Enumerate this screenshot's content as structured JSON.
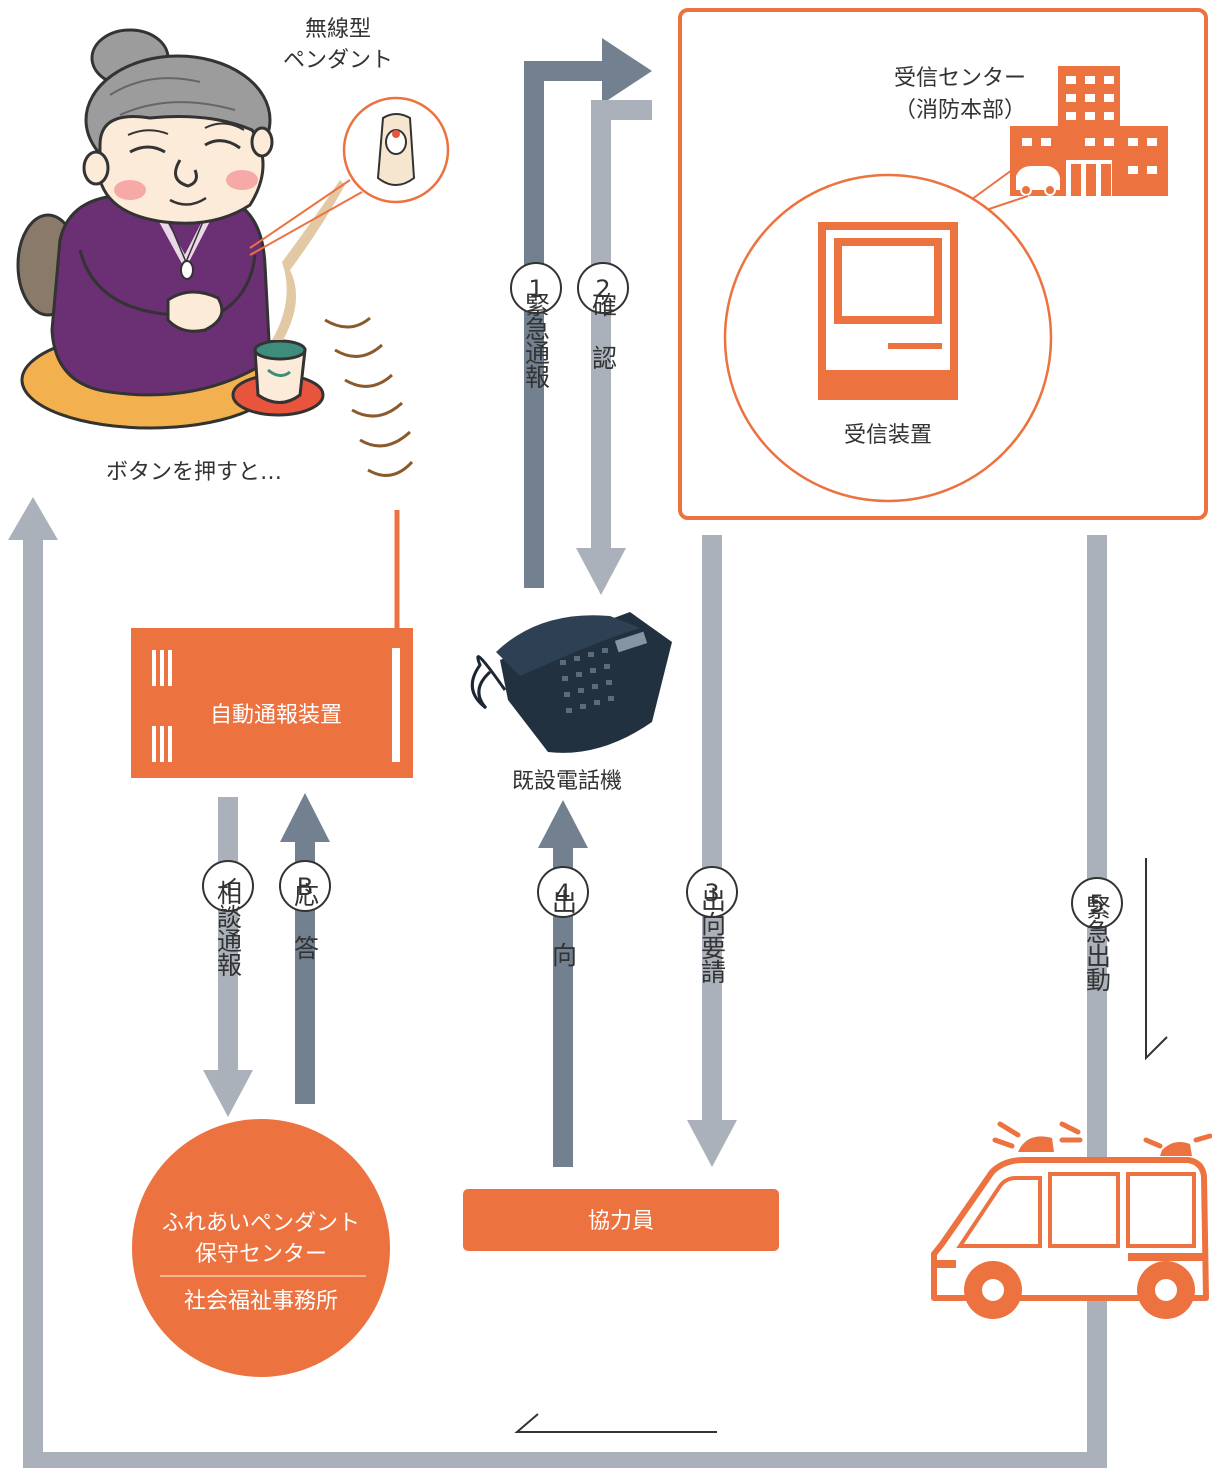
{
  "colors": {
    "orange": "#EC7240",
    "dark_arrow": "#72808F",
    "light_arrow": "#ABB1BA",
    "text": "#333333",
    "white": "#FFFFFF",
    "kimono": "#6B2F73",
    "hair": "#9C9C9C",
    "cushion": "#F3B04E",
    "skin": "#FBEBD8",
    "wave": "#8A5A2C",
    "phone": "#22313F"
  },
  "labels": {
    "pendant": [
      "無線型",
      "ペンダント"
    ],
    "press": "ボタンを押すと…",
    "auto_device": "自動通報装置",
    "phone": "既設電話機",
    "center": [
      "受信センター",
      "（消防本部）"
    ],
    "receiver": "受信装置",
    "support_center": [
      "ふれあいペンダント",
      "保守センター"
    ],
    "welfare_office": "社会福祉事務所",
    "helper": "協力員"
  },
  "steps": {
    "s1": {
      "num": "1",
      "label": "緊急通報"
    },
    "s2": {
      "num": "2",
      "label": "確認"
    },
    "s3": {
      "num": "3",
      "label": "出向要請"
    },
    "s4": {
      "num": "4",
      "label": "出向"
    },
    "s5": {
      "num": "5",
      "label": "緊急出動"
    },
    "si": {
      "num": "イ",
      "label": "相談通報"
    },
    "sb": {
      "num": "B",
      "label": "応答"
    }
  }
}
